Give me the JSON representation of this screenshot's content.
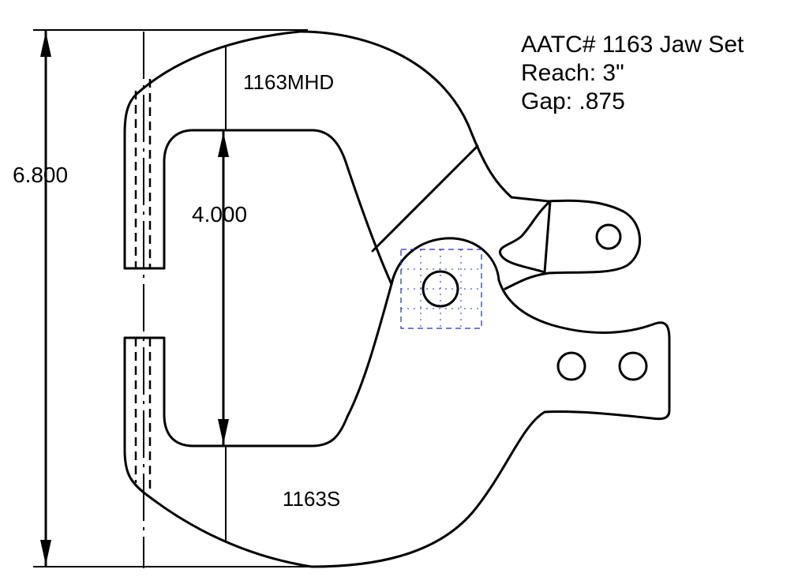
{
  "title": {
    "line1": "AATC# 1163 Jaw Set",
    "line2": "Reach: 3\"",
    "line3": "Gap: .875"
  },
  "dimensions": {
    "overall_height": "6.800",
    "throat_depth": "4.000"
  },
  "parts": {
    "upper_jaw": "1163MHD",
    "lower_jaw": "1163S"
  },
  "colors": {
    "line": "#000000",
    "construction": "#1c2bd0",
    "background": "#ffffff"
  }
}
